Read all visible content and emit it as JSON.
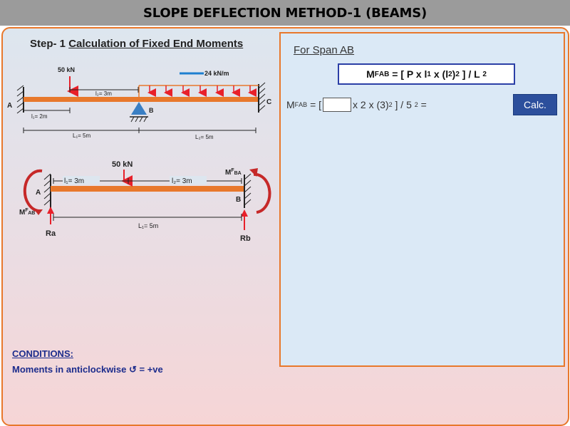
{
  "title": "SLOPE DEFLECTION METHOD-1 (BEAMS)",
  "step": {
    "prefix": "Step- 1",
    "text": "Calculation of Fixed End Moments"
  },
  "diagram1": {
    "load_point": "50 kN",
    "udl": "24 kN/m",
    "l2_small": "l₂= 3m",
    "l1_small": "l₁= 2m",
    "L1": "L₁= 5m",
    "L2": "L₂= 5m",
    "A": "A",
    "B": "B",
    "C": "C"
  },
  "diagram2": {
    "load": "50 kN",
    "l1": "l₁= 3m",
    "l2": "l₂= 3m",
    "A": "A",
    "B": "B",
    "M_BA": "M",
    "M_BA_sup": "F",
    "M_BA_sub": "BA",
    "M_AB": "M",
    "M_AB_sup": "F",
    "M_AB_sub": "AB",
    "L1": "L₁= 5m",
    "Ra": "Ra",
    "Rb": "Rb"
  },
  "panel": {
    "span_title": "For Span AB",
    "formula": {
      "m": "M",
      "sup": "F",
      "sub": "AB",
      "body": " = [ P x l",
      "l1sub": "1",
      "mid": " x (l",
      "l2sub": "2",
      "tail": ")",
      "sq": "2",
      "end": " ] / L ",
      "end_sup": "2"
    },
    "calc": {
      "m": "M",
      "sup": "F",
      "sub": "AB",
      "pre": " = [",
      "post": "x 2 x (3)",
      "sq": "2",
      "post2": " ] / 5 ",
      "sq2": "2",
      "post3": " ="
    },
    "input_value": "",
    "calc_button": "Calc."
  },
  "conditions": {
    "heading": "CONDITIONS:",
    "rule": "Moments in anticlockwise ↺ = +ve"
  },
  "colors": {
    "beam": "#e8782c",
    "arrow": "#e8202a",
    "support": "#3a7fc4",
    "accent_border": "#e8782c",
    "button": "#2c4f9c"
  }
}
